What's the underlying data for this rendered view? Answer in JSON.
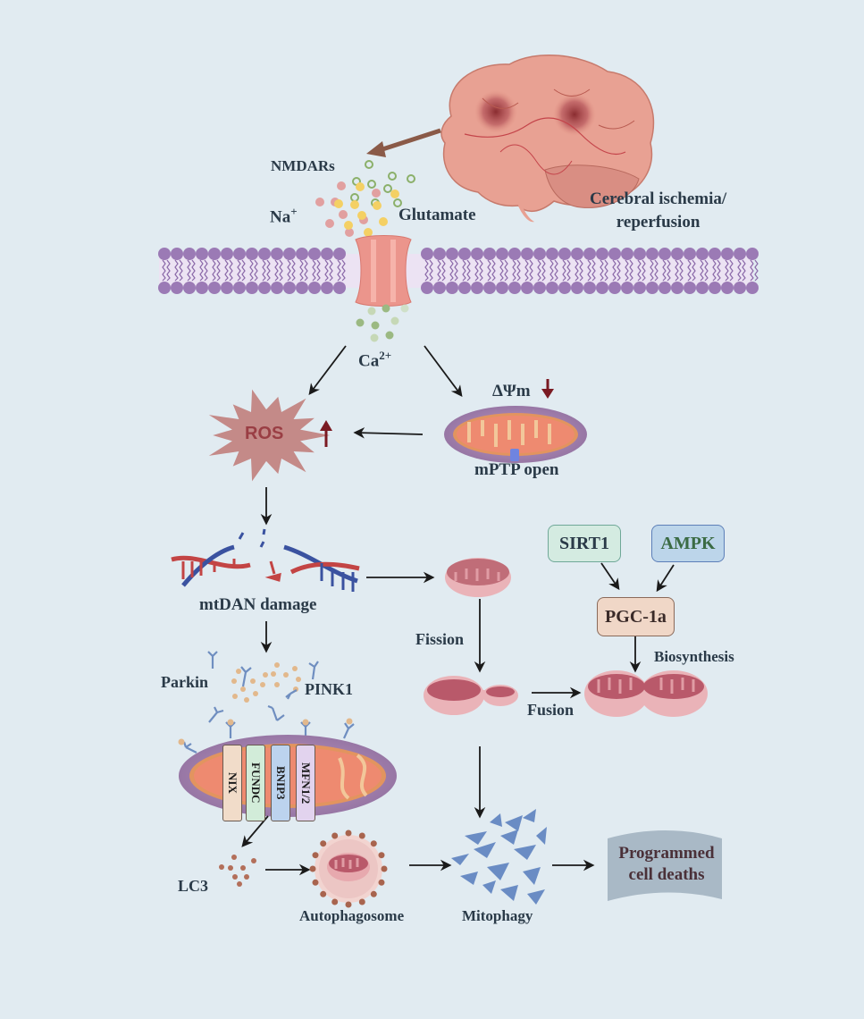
{
  "colors": {
    "background": "#e1ebf1",
    "text": "#2a3a48",
    "membrane": "#9b7ab5",
    "channel": "#e8938a",
    "ros": "#c48a88",
    "ros_text": "#9a3e44",
    "arrow_up_down": "#7a1a22",
    "sirt1_fill": "#d4ebe1",
    "ampk_fill": "#bcd5ea",
    "pgc_fill": "#f0d7c7",
    "mitophagy": "#6a8cc4",
    "pcd_fill": "#a9b9c6"
  },
  "labels": {
    "nmdars": "NMDARs",
    "na_plus": "Na",
    "na_sup": "+",
    "glutamate": "Glutamate",
    "cerebral_line1": "Cerebral ischemia/",
    "cerebral_line2": "reperfusion",
    "ca": "Ca",
    "ca_sup": "2+",
    "ros": "ROS",
    "delta_psi": "ΔΨm",
    "mptp": "mPTP open",
    "mtdna_damage": "mtDAN damage",
    "fission": "Fission",
    "fusion": "Fusion",
    "biosynthesis": "Biosynthesis",
    "sirt1": "SIRT1",
    "ampk": "AMPK",
    "pgc1a": "PGC-1a",
    "parkin": "Parkin",
    "pink1": "PINK1",
    "lc3": "LC3",
    "autophagosome": "Autophagosome",
    "mitophagy": "Mitophagy",
    "pcd_line1": "Programmed",
    "pcd_line2": "cell deaths"
  },
  "receptors": [
    {
      "label": "NIX",
      "color": "#f1dcc9"
    },
    {
      "label": "FUNDC",
      "color": "#d2ecd9"
    },
    {
      "label": "BNIP3",
      "color": "#bcd3ee"
    },
    {
      "label": "MFN1/2",
      "color": "#e2d3ee"
    }
  ]
}
